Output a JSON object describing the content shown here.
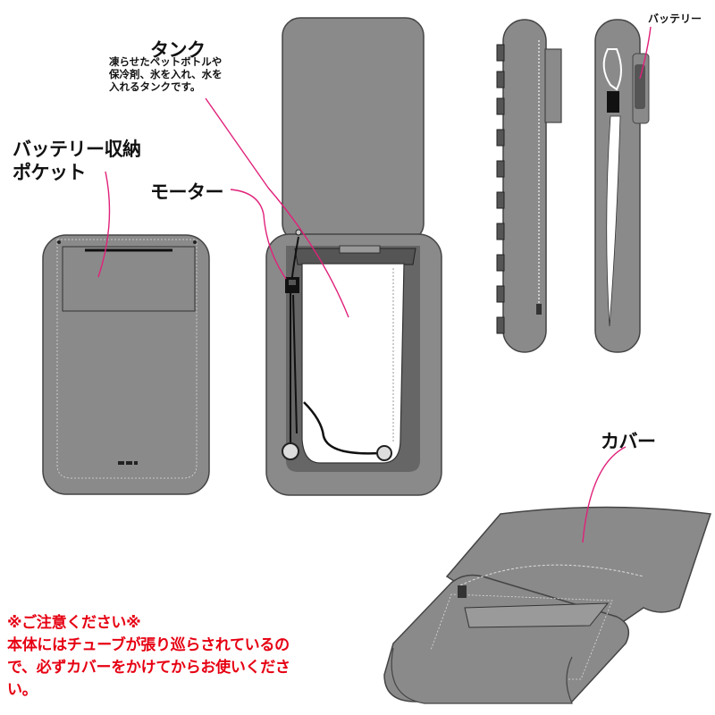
{
  "labels": {
    "tank": "タンク",
    "tank_desc": [
      "凍らせたペットボトルや",
      "保冷剤、氷を入れ、水を",
      "入れるタンクです。"
    ],
    "battery_pocket": [
      "バッテリー収納",
      "ポケット"
    ],
    "motor": "モーター",
    "battery": "バッテリー",
    "cover": "カバー"
  },
  "notice": {
    "title": "※ご注意ください※",
    "lines": [
      "本体にはチューブが張り巡らされているの",
      "で、必ずカバーをかけてからお使いくださ",
      "い。"
    ]
  },
  "colors": {
    "body_gray": "#8a8a8a",
    "leader_line": "#e0217a",
    "notice_red": "#e60012"
  }
}
